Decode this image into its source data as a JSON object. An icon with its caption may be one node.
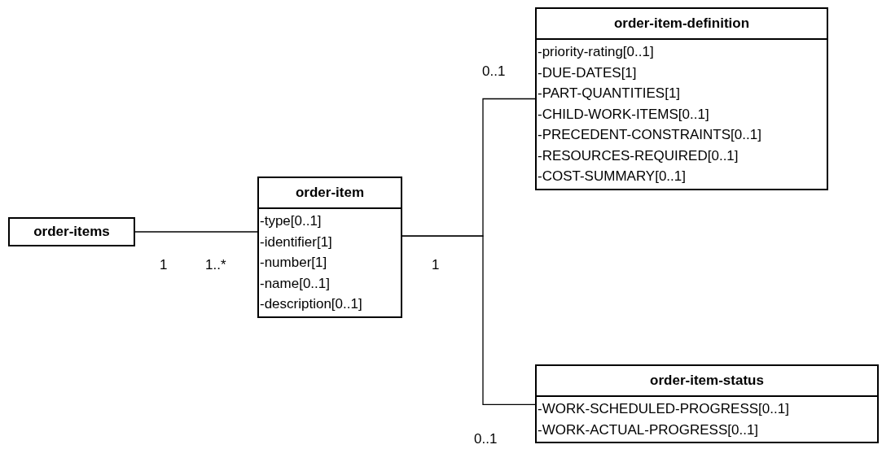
{
  "diagram": {
    "nodes": [
      {
        "text": [
          "order-items"
        ]
      },
      {
        "text": [
          "order-item",
          "-type[0..1]",
          "-identifier[1]",
          "-number[1]",
          "-name[0..1]",
          "-description[0..1]"
        ]
      },
      {
        "text": [
          "order-item-definition",
          "-priority-rating[0..1]",
          "-DUE-DATES[1]",
          "-PART-QUANTITIES[1]",
          "-CHILD-WORK-ITEMS[0..1]",
          "-PRECEDENT-CONSTRAINTS[0..1]",
          "-RESOURCES-REQUIRED[0..1]",
          "-COST-SUMMARY[0..1]"
        ]
      },
      {
        "text": [
          "order-item-status",
          "-WORK-SCHEDULED-PROGRESS[0..1]",
          "-WORK-ACTUAL-PROGRESS[0..1]"
        ]
      }
    ],
    "edges": [
      {
        "from": 0,
        "to": 1,
        "arrow": "none"
      },
      {
        "from": 1,
        "to": 2,
        "arrow": "none"
      },
      {
        "from": 1,
        "to": 3,
        "arrow": "none"
      }
    ],
    "labels": [
      "0..1",
      "1",
      "1..*",
      "1",
      "0..1"
    ]
  }
}
